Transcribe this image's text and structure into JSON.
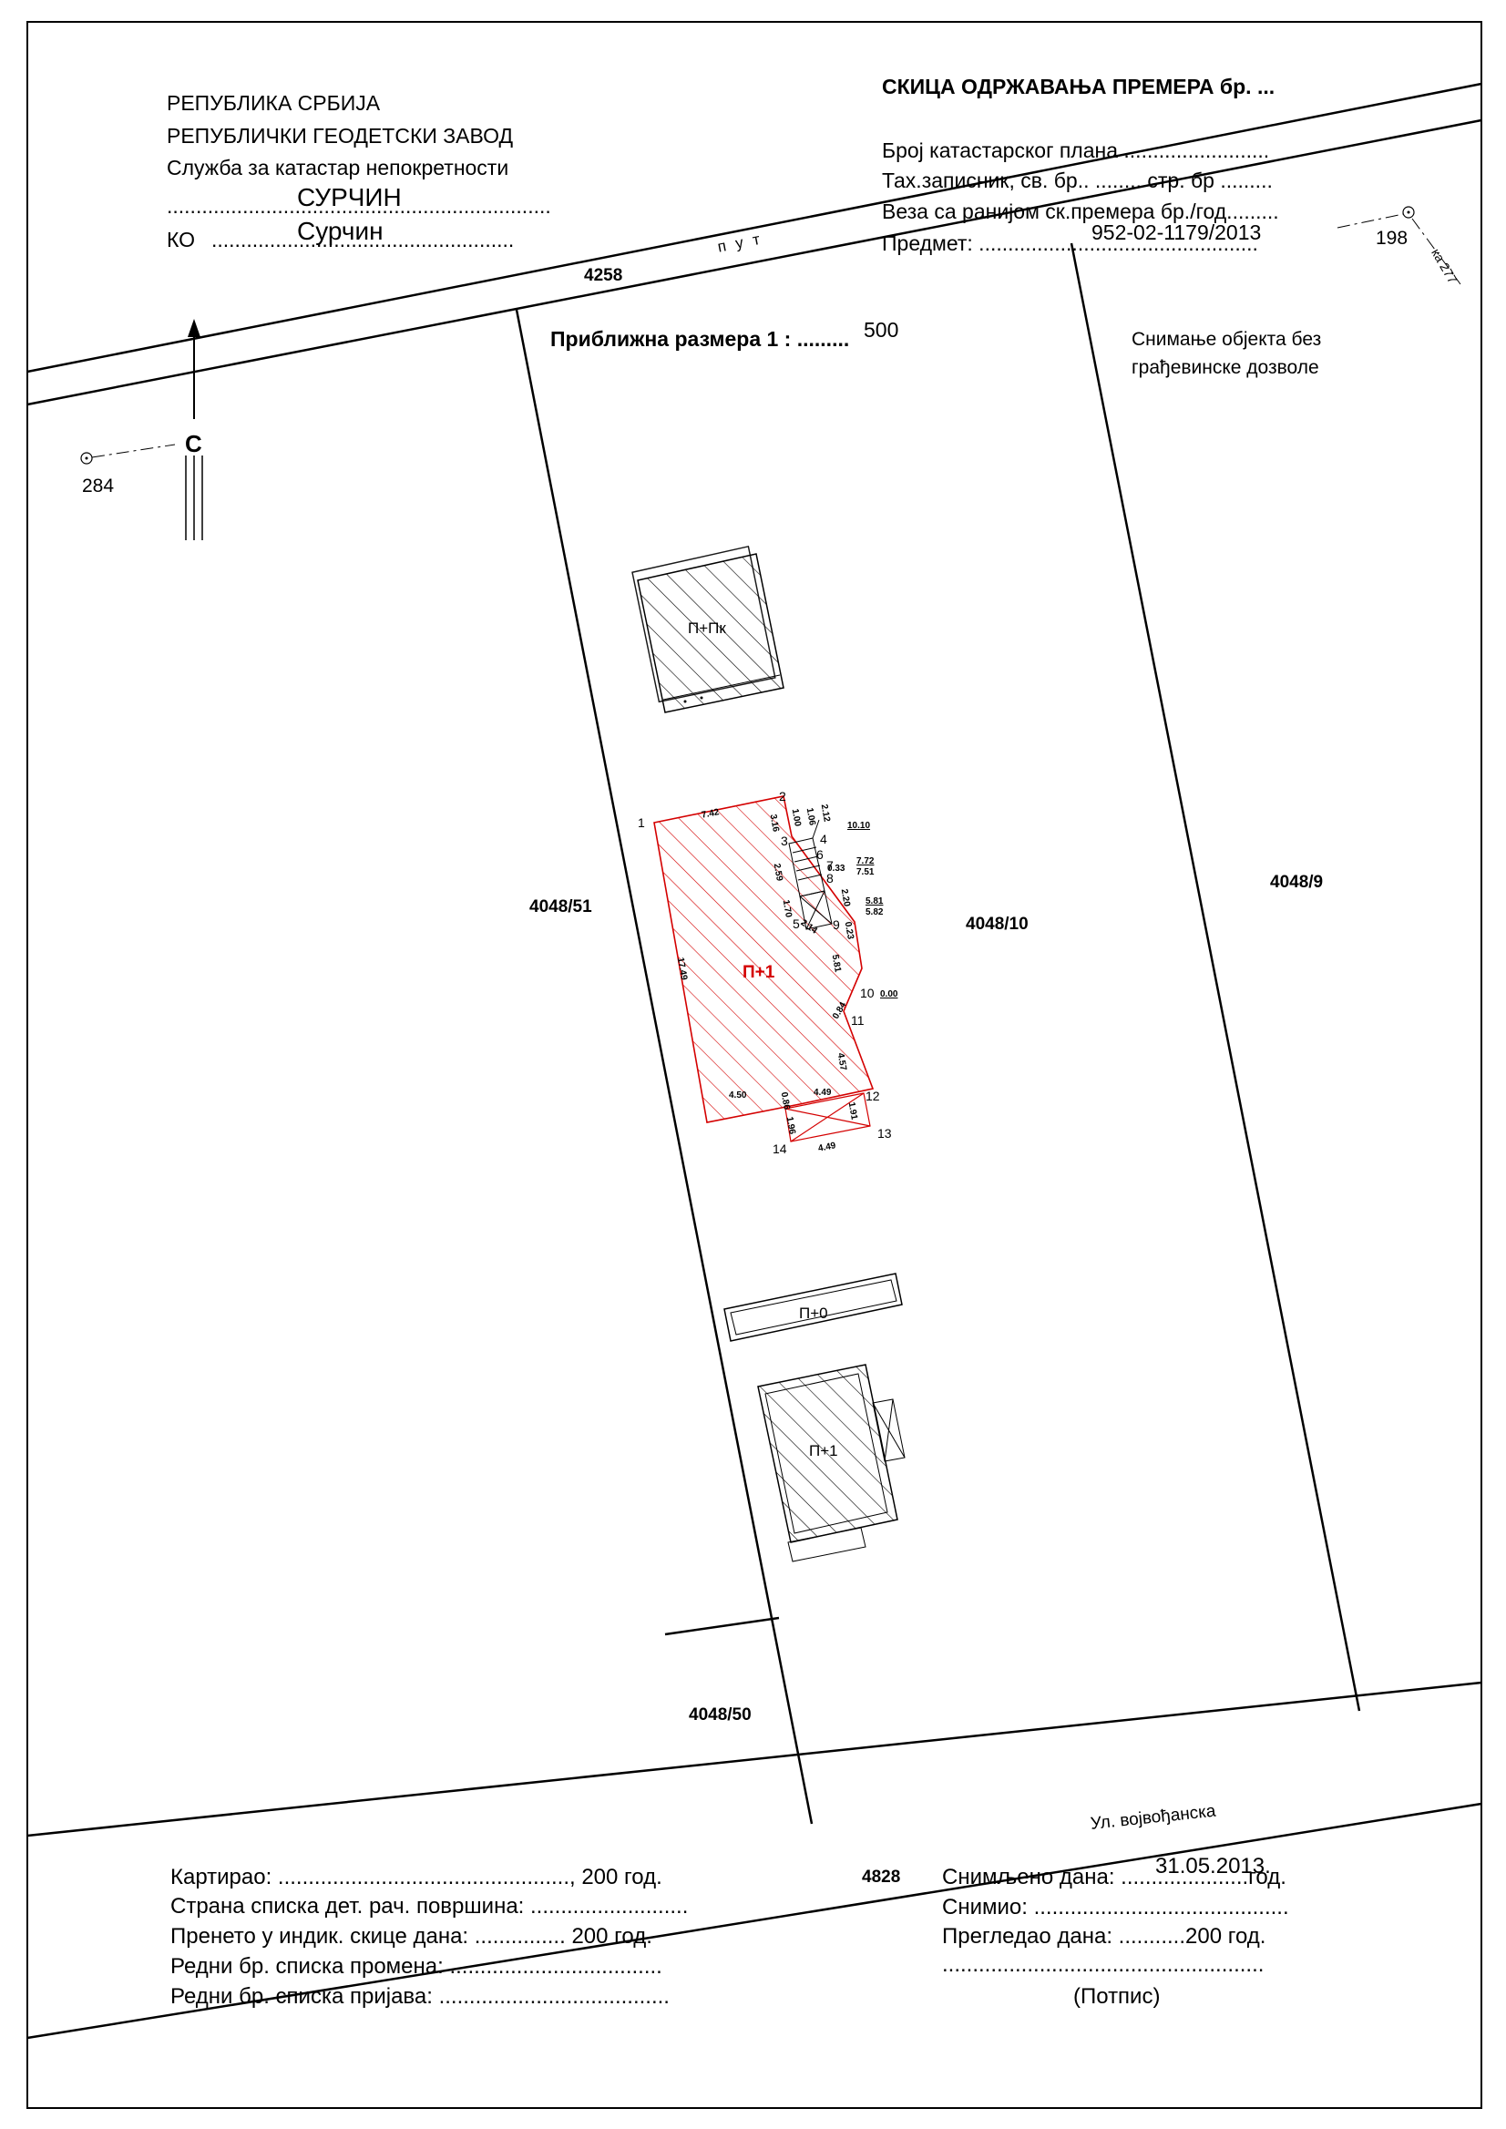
{
  "header_left": {
    "line1": "РЕПУБЛИКА СРБИЈА",
    "line2": "РЕПУБЛИЧКИ ГЕОДЕТСКИ ЗАВОД",
    "line3": "Служба за катастар непокретности",
    "office_value": "СУРЧИН",
    "ko_label": "КО",
    "ko_value": "Сурчин",
    "dots_office": "..................................................................",
    "dots_ko": "...................................................."
  },
  "header_right": {
    "title": "СКИЦА ОДРЖАВАЊА ПРЕМЕРА бр. ...",
    "plan_label": "Број катастарског плана .........................",
    "notebook_label": "Тах.записник, св. бр.. ........ стр. бр .........",
    "link_label": "Веза са ранијом ск.премера бр./год.........",
    "subject_label": "Предмет: ................................................",
    "subject_value": "952-02-1179/2013"
  },
  "scale": {
    "label": "Приближна размера  1 : .........",
    "value": "500"
  },
  "note": {
    "line1": "Снимање објекта без",
    "line2": "грађевинске дозволе"
  },
  "north": {
    "label": "С"
  },
  "points": {
    "left": "284",
    "right": "198",
    "right_ref": "ка 277"
  },
  "parcels": {
    "road_top": "4258",
    "road_top_name": "п у т",
    "left": "4048/51",
    "center": "4048/10",
    "right": "4048/9",
    "bottom_left": "4048/50",
    "street": "4828",
    "street_name": "Ул. војвођанска"
  },
  "buildings": {
    "north": "П+Пк",
    "main": "П+1",
    "auxiliary": "П+0",
    "south": "П+1"
  },
  "point_numbers": [
    "1",
    "2",
    "3",
    "4",
    "5",
    "6",
    "7",
    "8",
    "9",
    "10",
    "11",
    "12",
    "13",
    "14"
  ],
  "dimensions": {
    "d742": "7.42",
    "d316": "3.16",
    "d100": "1.00",
    "d106": "1.06",
    "d212": "2.12",
    "d1010": "10.10",
    "d259": "2.59",
    "d033": "0.33",
    "d772": "7.72",
    "d751": "7.51",
    "d170": "1.70",
    "d220": "2.20",
    "d581": "5.81",
    "d582": "5.82",
    "d214": "2.14",
    "d023": "0.23",
    "d1749": "17.49",
    "d581b": "5.81",
    "d000": "0.00",
    "d084": "0.84",
    "d457": "4.57",
    "d450": "4.50",
    "d449": "4.49",
    "d086": "0.86",
    "d196": "1.96",
    "d191": "1.91",
    "d449b": "4.49"
  },
  "footer_left": {
    "l1": "Картирао: ................................................, 200       год.",
    "l2": "Страна списка дет. рач. површина: ..........................",
    "l3": "Пренето у индик. скице дана: ............... 200       год.",
    "l4": "Редни бр. списка промена: ...................................",
    "l5": "Редни бр. списка пријава: ......................................"
  },
  "footer_right": {
    "l1": "Снимљено дана: .....................год.",
    "date": "31.05.2013.",
    "l2": "Снимио: ..........................................",
    "l3": "Прегледао дана: ...........200       год.",
    "l4": ".....................................................",
    "sign": "(Потпис)"
  }
}
